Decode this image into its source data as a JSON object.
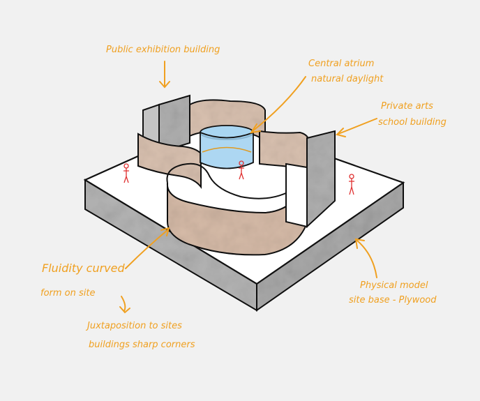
{
  "annotations": {
    "public_exhibition": "Public exhibition building",
    "atrium_line1": "Central atrium",
    "atrium_line2": "natural daylight",
    "private_arts_line1": "Private arts",
    "private_arts_line2": "school building",
    "fluidity_line1": "Fluidity curved",
    "fluidity_line2": "form on site",
    "juxtaposition_line1": "Juxtaposition to sites",
    "juxtaposition_line2": "buildings sharp corners",
    "model_base_line1": "Physical model",
    "model_base_line2": "site base - Plywood"
  },
  "colors": {
    "annotation": "#f0a020",
    "plywood": "#b8b8b8",
    "curved_form": "#d8bfae",
    "atrium_glass": "#9fd0f0",
    "site_top": "#ffffff",
    "figure": "#e03030",
    "background": "#f1f1f1"
  }
}
